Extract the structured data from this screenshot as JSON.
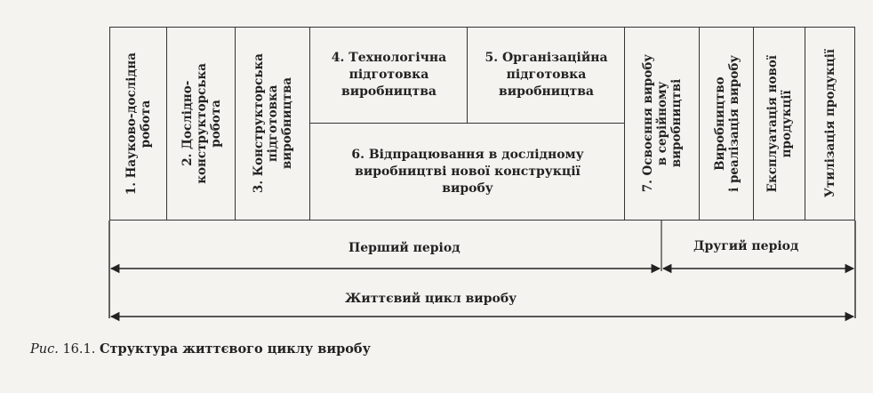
{
  "stages": {
    "s1": "1. Науково-дослідна\nробота",
    "s2": "2. Дослідно-\nконструкторська\nробота",
    "s3": "3. Конструкторська\nпідготовка\nвиробництва",
    "s4": "4. Технологічна\nпідготовка\nвиробництва",
    "s5": "5. Організаційна\nпідготовка\nвиробництва",
    "s6": "6. Відпрацювання в дослідному\nвиробництві нової конструкції\nвиробу",
    "s7": "7. Освоєння виробу\nв серійному\nвиробництві",
    "s8": "Виробництво\nі реалізація виробу",
    "s9": "Експлуатація нової\nпродукції",
    "s10": "Утилізація продукції"
  },
  "periods": {
    "first": "Перший період",
    "second": "Другий період",
    "lifecycle": "Життєвий цикл виробу"
  },
  "caption": {
    "prefix": "Рис.",
    "number": "16.1.",
    "title": "Структура життєвого циклу виробу"
  }
}
